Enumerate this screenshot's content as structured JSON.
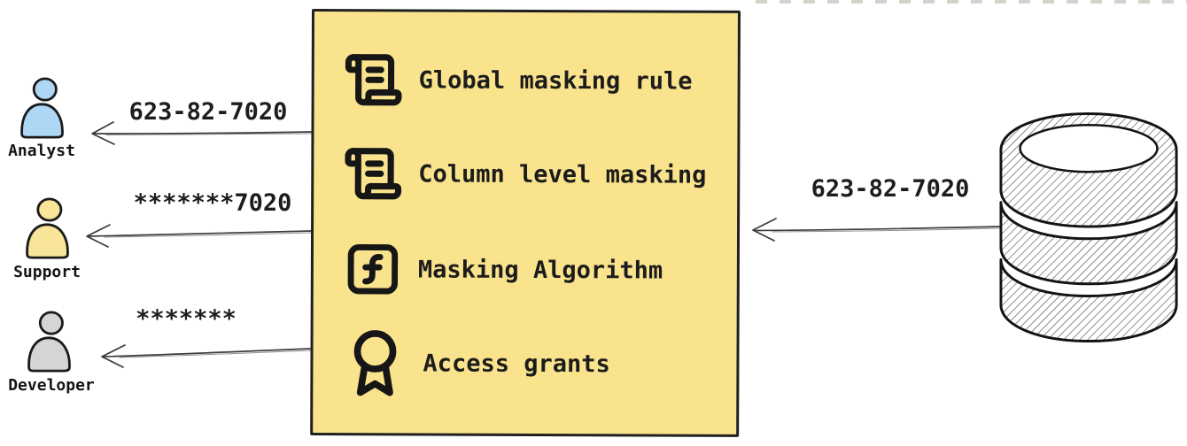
{
  "masking_box": {
    "fill": "#fae38d",
    "border_color": "#202020",
    "items": [
      {
        "icon": "scroll-text",
        "label": "Global masking rule"
      },
      {
        "icon": "scroll-text",
        "label": "Column level masking"
      },
      {
        "icon": "function-square",
        "label": "Masking Algorithm"
      },
      {
        "icon": "award",
        "label": "Access grants"
      }
    ]
  },
  "actors": [
    {
      "name": "Analyst",
      "figure_color": "#aed6f5",
      "receives": "623-82-7020"
    },
    {
      "name": "Support",
      "figure_color": "#f9e59a",
      "receives": "*******7020"
    },
    {
      "name": "Developer",
      "figure_color": "#d5d5d5",
      "receives": "*******"
    }
  ],
  "database": {
    "sends": "623-82-7020"
  }
}
